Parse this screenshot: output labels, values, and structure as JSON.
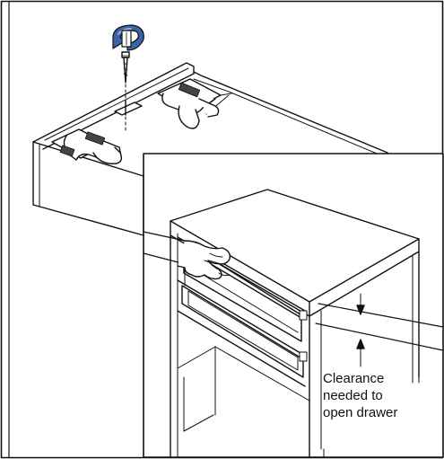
{
  "callout": {
    "line1": "Clearance",
    "line2": "needed to",
    "line3": "open drawer"
  },
  "colors": {
    "ink": "#111111",
    "arrow_fill": "#3a63a8",
    "arrow_light": "#8fb0e0",
    "background": "#ffffff"
  },
  "icons": {
    "rotate": "rotate-arrow-icon",
    "screw": "screw-icon",
    "hand": "hand-icon"
  }
}
